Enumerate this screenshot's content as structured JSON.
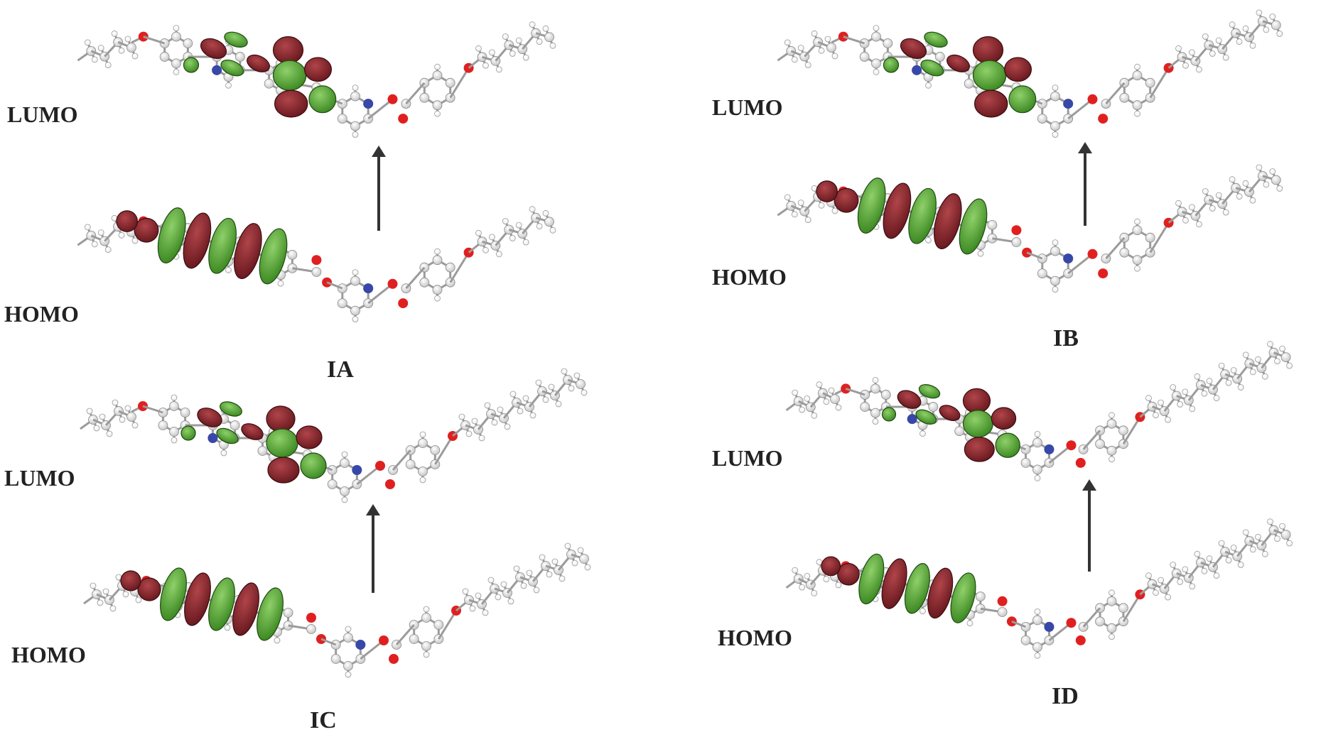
{
  "colors": {
    "carbon": "#c7c7c7",
    "carbon_edge": "#8a8a8a",
    "hydrogen": "#eeeeee",
    "hydrogen_edge": "#9a9a9a",
    "oxygen": "#e02020",
    "nitrogen": "#3848a8",
    "bond": "#9b9b9b",
    "lobe_red": "#6b1a20",
    "lobe_red_hi": "#b0454a",
    "lobe_green": "#3f8b24",
    "lobe_green_hi": "#8fd06a",
    "arrow": "#333333",
    "text": "#222222"
  },
  "panels": [
    {
      "compound": "IA",
      "lumo_label": "LUMO",
      "homo_label": "HOMO",
      "lumo_left_chain_units": 4,
      "homo_left_chain_units": 4,
      "right_chain_units": 6
    },
    {
      "compound": "IB",
      "lumo_label": "LUMO",
      "homo_label": "HOMO",
      "lumo_left_chain_units": 4,
      "homo_left_chain_units": 4,
      "right_chain_units": 8
    },
    {
      "compound": "IC",
      "lumo_label": "LUMO",
      "homo_label": "HOMO",
      "lumo_left_chain_units": 4,
      "homo_left_chain_units": 4,
      "right_chain_units": 10
    },
    {
      "compound": "ID",
      "lumo_label": "LUMO",
      "homo_label": "HOMO",
      "lumo_left_chain_units": 4,
      "homo_left_chain_units": 4,
      "right_chain_units": 12
    }
  ]
}
